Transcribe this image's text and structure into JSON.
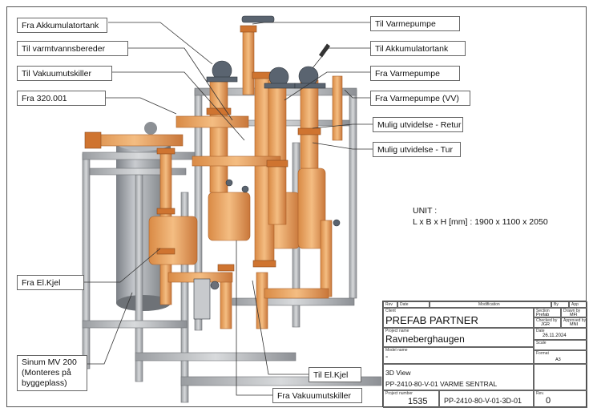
{
  "callouts": {
    "fra_akkumulatortank": "Fra Akkumulatortank",
    "til_varmtvannsbereder": "Til varmtvannsbereder",
    "til_vakuumutskiller": "Til Vakuumutskiller",
    "fra_320": "Fra 320.001",
    "fra_el_kjel": "Fra El.Kjel",
    "sinum": "Sinum MV 200 (Monteres på byggeplass)",
    "til_varmepumpe": "Til Varmepumpe",
    "til_akkumulatortank": "Til Akkumulatortank",
    "fra_varmepumpe": "Fra Varmepumpe",
    "fra_varmepumpe_vv": "Fra Varmepumpe (VV)",
    "mulig_retur": "Mulig utvidelse - Retur",
    "mulig_tur": "Mulig utvidelse - Tur",
    "til_el_kjel": "Til El.Kjel",
    "fra_vakuumutskiller": "Fra Vakuumutskiller"
  },
  "unit": {
    "line1": "UNIT :",
    "line2": "L x B x H [mm] : 1900 x 1100 x 2050"
  },
  "title_block": {
    "header": {
      "rev": "Rev",
      "date": "Date",
      "modification": "Modification",
      "by": "By",
      "app": "App"
    },
    "client_label": "Client",
    "client": "PREFAB PARTNER",
    "project_name_label": "Project name",
    "project_name": "Ravneberghaugen",
    "model_name_label": "Model name",
    "model_name": "-",
    "section_label": "Section",
    "section": "Prefab",
    "drawn_by_label": "Drawn by",
    "drawn_by": "MFI",
    "checked_by_label": "Checked by",
    "checked_by": "JGR",
    "approved_by_label": "Approved by",
    "approved_by": "MNI",
    "date_label": "Date",
    "date": "26.11.2024",
    "scale_label": "Scale",
    "scale": "",
    "format_label": "Format",
    "format": "A3",
    "view": "3D View",
    "drawing_title": "PP-2410-80-V-01 VARME SENTRAL",
    "project_number_label": "Project number",
    "project_number": "1535",
    "drawing_number": "PP-2410-80-V-01-3D-01",
    "rev_label": "Rev.",
    "rev": "0"
  },
  "colors": {
    "pipe": "#e9a35c",
    "flange": "#d17a36",
    "frame": "#b9bcc0",
    "tank": "#9a9ea3",
    "valve": "#5a6470"
  }
}
